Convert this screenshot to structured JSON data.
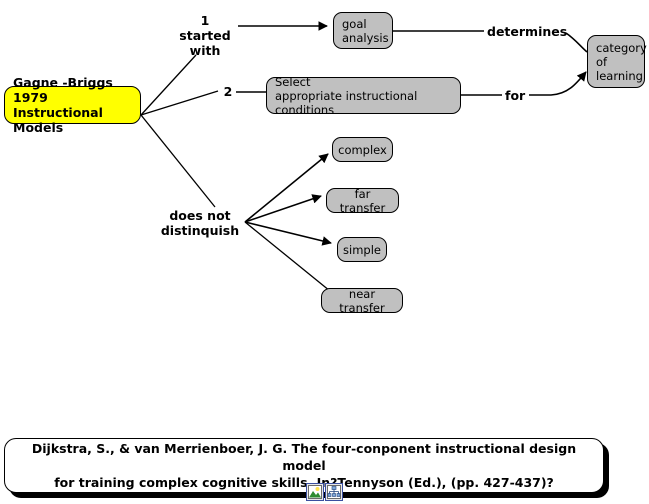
{
  "diagram": {
    "root": {
      "label": "Gagne -Briggs 1979\nInstructional Models",
      "color": "#ffff00"
    },
    "node_color": "#c0c0c0",
    "nodes": [
      {
        "id": "goal-analysis",
        "label": "goal\nanalysis"
      },
      {
        "id": "select-conditions",
        "label": "Select\nappropriate instructional conditions"
      },
      {
        "id": "category-of-learning",
        "label": "category\nof\nlearning"
      },
      {
        "id": "complex",
        "label": "complex"
      },
      {
        "id": "far-transfer",
        "label": "far transfer"
      },
      {
        "id": "simple",
        "label": "simple"
      },
      {
        "id": "near-transfer",
        "label": "near transfer"
      }
    ],
    "edge_labels": [
      {
        "id": "started-with",
        "label": "1\nstarted\nwith"
      },
      {
        "id": "two",
        "label": "2"
      },
      {
        "id": "determines",
        "label": "determines"
      },
      {
        "id": "for",
        "label": "for"
      },
      {
        "id": "does-not-distinquish",
        "label": "does not\ndistinquish"
      }
    ]
  },
  "citation": {
    "text": "Dijkstra, S., & van Merrienboer,  J. G. The four-conponent instructional design model\nfor training complex cognitive skills. In?Tennyson (Ed.), (pp. 427-437)?"
  },
  "toolbar": {
    "icons": [
      {
        "id": "image-icon",
        "name": "picture-icon"
      },
      {
        "id": "hierarchy-icon",
        "name": "tree-diagram-icon"
      }
    ]
  }
}
